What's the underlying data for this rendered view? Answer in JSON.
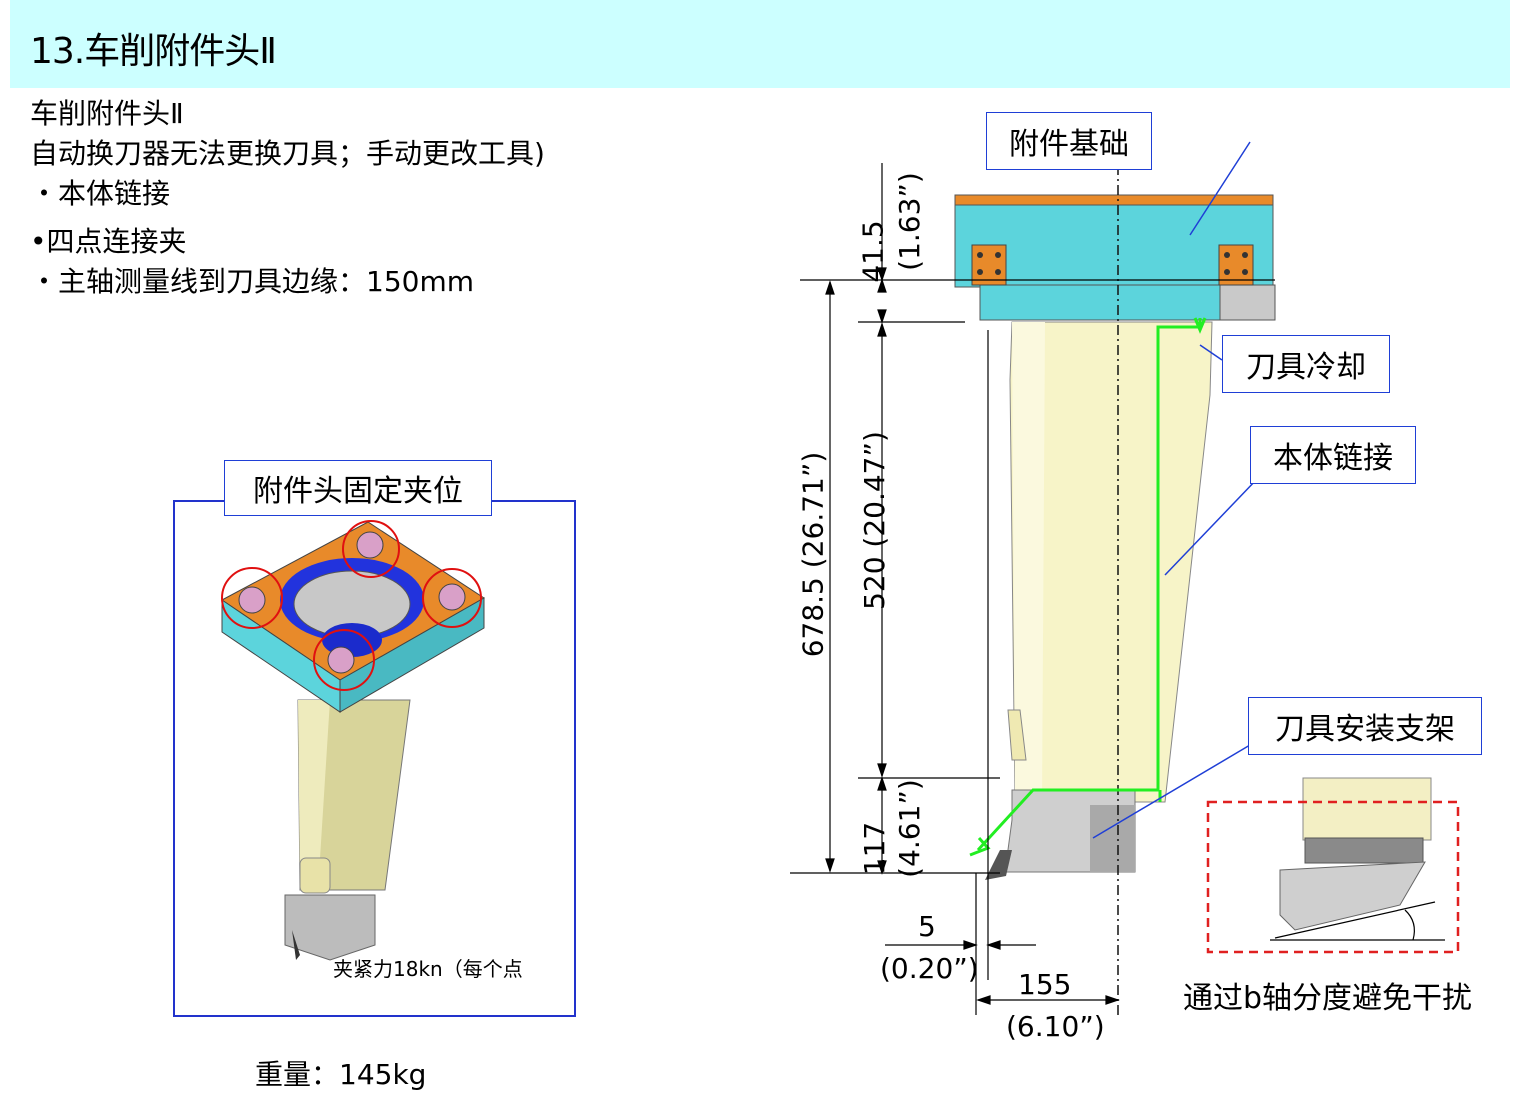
{
  "header": {
    "title": "13.车削附件头Ⅱ"
  },
  "intro": {
    "line1": "车削附件头Ⅱ",
    "line2": "自动换刀器无法更换刀具；手动更改工具)",
    "line3": "・本体链接",
    "line4": "•四点连接夹",
    "line5": "・主轴测量线到刀具边缘：150mm"
  },
  "left_panel": {
    "title": "附件头固定夹位",
    "clamp_force": "夹紧力18kn（每个点",
    "weight": "重量：145kg"
  },
  "callouts": {
    "base": "附件基础",
    "coolant": "刀具冷却",
    "body_link": "本体链接",
    "holder": "刀具安装支架",
    "b_axis_note": "通过b轴分度避免干扰"
  },
  "dimensions": {
    "d1": "41.5",
    "d1_in": "(1.63”)",
    "d2": "678.5 (26.71”)",
    "d3": "520 (20.47”)",
    "d4": "117",
    "d4_in": "(4.61”)",
    "d5": "5",
    "d5_in": "(0.20”)",
    "d6": "155",
    "d6_in": "(6.10”)"
  },
  "colors": {
    "title_bg": "#ccffff",
    "callout_border": "#1f3fd6",
    "body": "#f7f4c8",
    "base_cyan": "#5cd4dc",
    "clamp_orange": "#e88a2a",
    "coolant_line": "#22ee22",
    "highlight_circle": "#e01010",
    "detail_frame": "#e02020"
  }
}
